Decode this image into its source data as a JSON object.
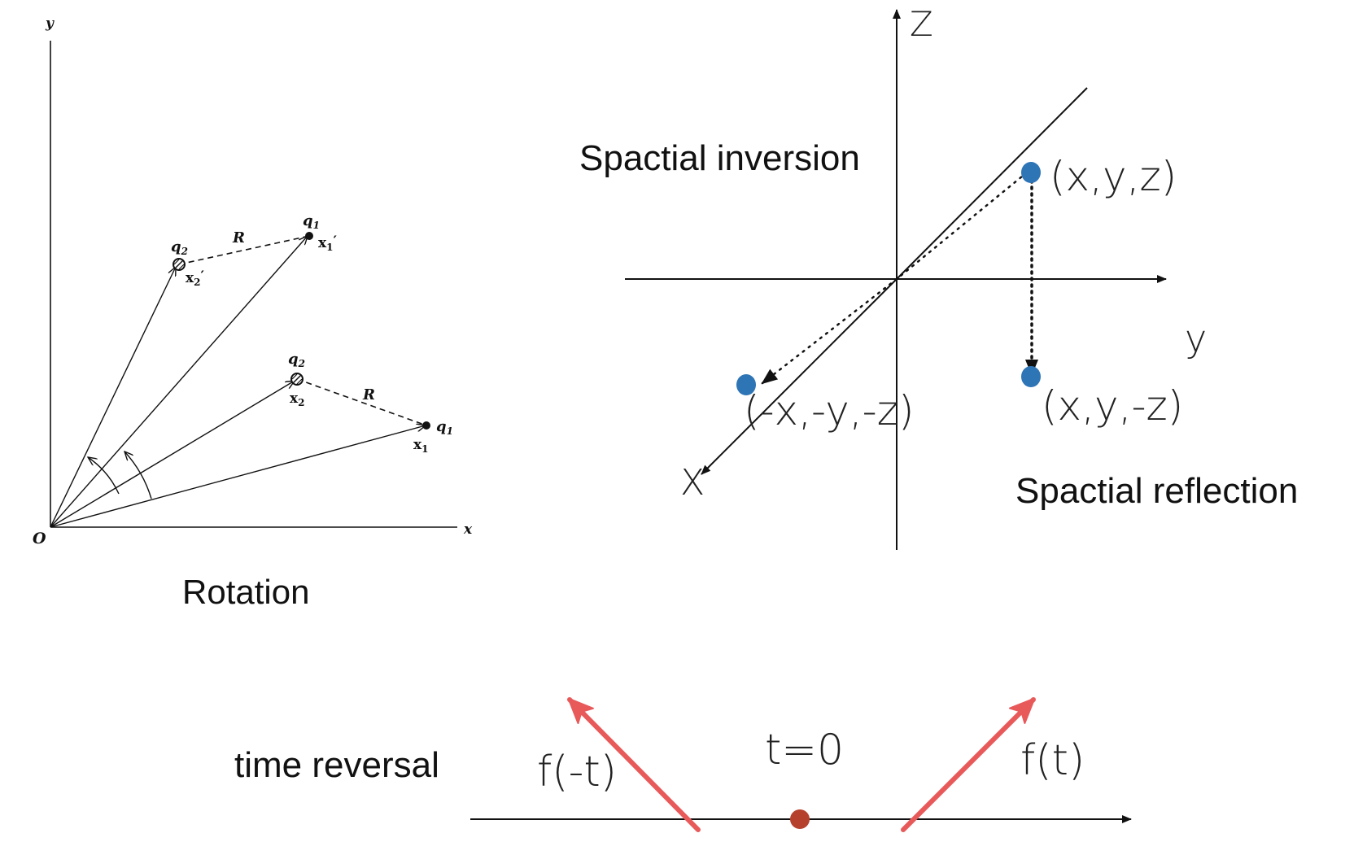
{
  "rotation": {
    "axis_y": "y",
    "axis_x": "x",
    "origin": "O",
    "q1_top": "q",
    "q1_top_sub": "1",
    "q2_top": "q",
    "q2_top_sub": "2",
    "x1p": "x",
    "x1p_sub": "1",
    "x1p_prime": "′",
    "x2p": "x",
    "x2p_sub": "2",
    "x2p_prime": "′",
    "R_top": "R",
    "q2_bot": "q",
    "q2_bot_sub": "2",
    "x2": "x",
    "x2_sub": "2",
    "R_bot": "R",
    "q1_bot": "q",
    "q1_bot_sub": "1",
    "x1": "x",
    "x1_sub": "1",
    "caption": "Rotation"
  },
  "inversion": {
    "axis_z": "Z",
    "axis_y": "y",
    "axis_x": "X",
    "title": "Spactial inversion",
    "point_orig": "(x,y,z)",
    "point_inv": "(-x,-y,-z)",
    "point_refl": "(x,y,-z)",
    "caption_refl": "Spactial reflection",
    "point_color": "#2e75b6"
  },
  "time": {
    "label": "time reversal",
    "t0": "t=0",
    "f_neg": "f(-t)",
    "f_pos": "f(t)",
    "arrow_color": "#e8595a",
    "dot_color": "#b5412c"
  }
}
